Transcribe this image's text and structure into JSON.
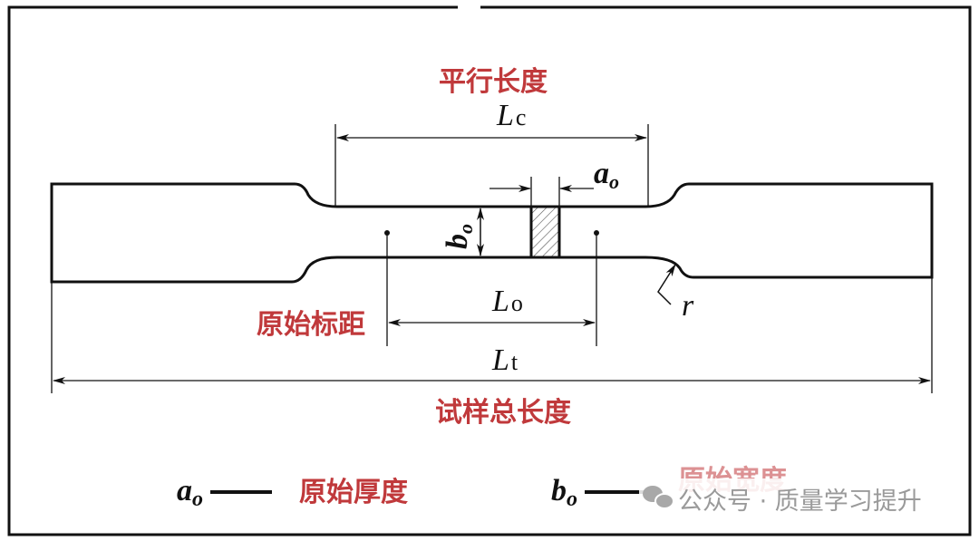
{
  "labels": {
    "parallel_length": "平行长度",
    "original_gauge_length": "原始标距",
    "total_length": "试样总长度",
    "original_thickness": "原始厚度",
    "original_width": "原始宽度"
  },
  "symbols": {
    "Lc": {
      "main": "L",
      "sub": "c"
    },
    "Lo": {
      "main": "L",
      "sub": "o"
    },
    "Lt": {
      "main": "L",
      "sub": "t"
    },
    "a0": {
      "main": "a",
      "sub": "o"
    },
    "b0": {
      "main": "b",
      "sub": "o"
    },
    "r": "r"
  },
  "legend": {
    "a_symbol": "a",
    "a_sub": "o",
    "b_symbol": "b",
    "b_sub": "o"
  },
  "watermark": "公众号 · 质量学习提升",
  "colors": {
    "label": "#c0393b",
    "line": "#111111",
    "watermark": "#9a9a9a"
  }
}
